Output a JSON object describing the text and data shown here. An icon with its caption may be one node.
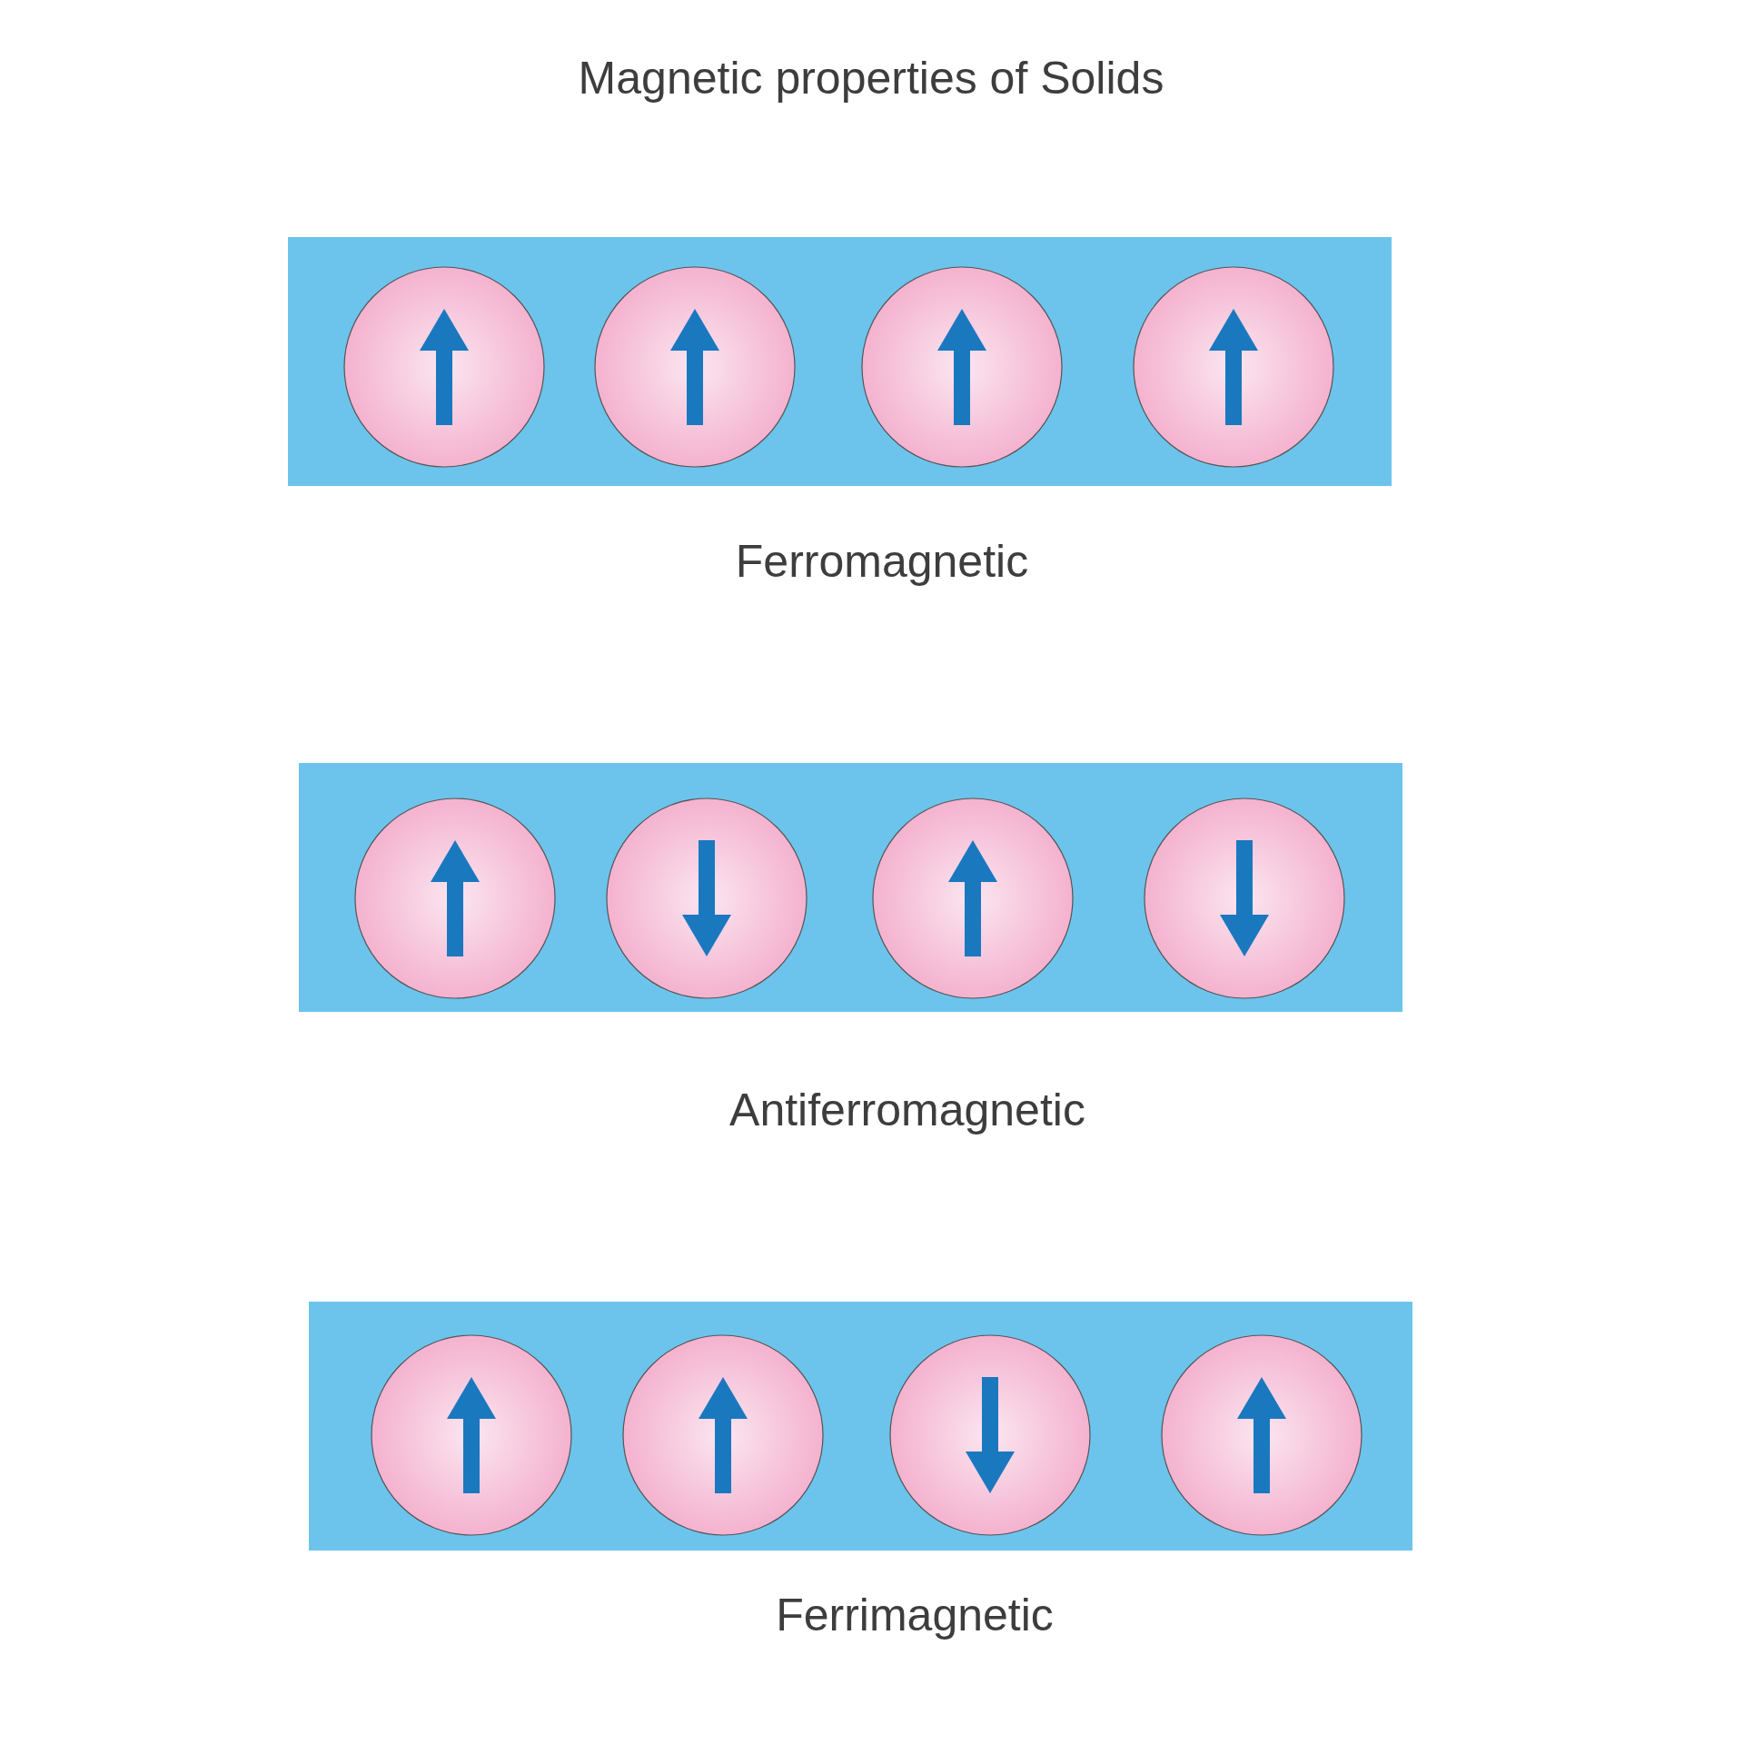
{
  "diagram": {
    "title": "Magnetic properties of Solids",
    "labels": [
      "Ferromagnetic",
      "Antiferromagnetic",
      "Ferrimagnetic"
    ]
  }
}
